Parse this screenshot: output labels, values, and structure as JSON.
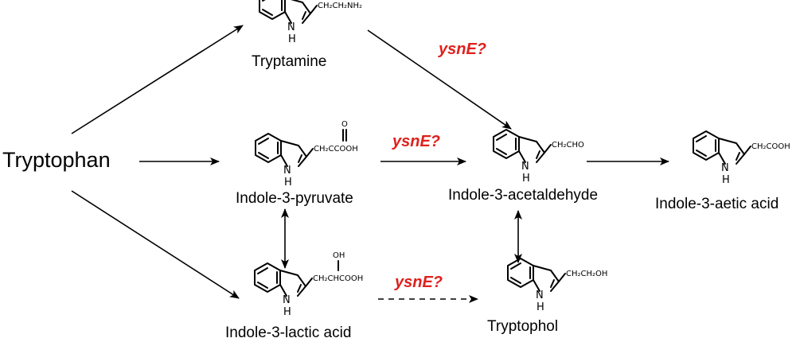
{
  "colors": {
    "enzyme": "#e0201c",
    "ink": "#000000"
  },
  "tryptophan": "Tryptophan",
  "tryptamine": {
    "name": "Tryptamine",
    "sidechain": "CH₂CH₂NH₂"
  },
  "ipyruvate": {
    "name": "Indole-3-pyruvate",
    "sidechain": "CH₂CCOOH",
    "o": "O"
  },
  "ilactic": {
    "name": "Indole-3-lactic acid",
    "sidechain": "CH₂CHCOOH",
    "oh": "OH"
  },
  "iacetaldehyde": {
    "name": "Indole-3-acetaldehyde",
    "sidechain": "CH₂CHO"
  },
  "iaa": {
    "name": "Indole-3-aetic acid",
    "sidechain": "CH₂COOH"
  },
  "tryptophol": {
    "name": "Tryptophol",
    "sidechain": "CH₂CH₂OH"
  },
  "nh": "H",
  "n": "N",
  "enzyme_label": "ysnE?"
}
